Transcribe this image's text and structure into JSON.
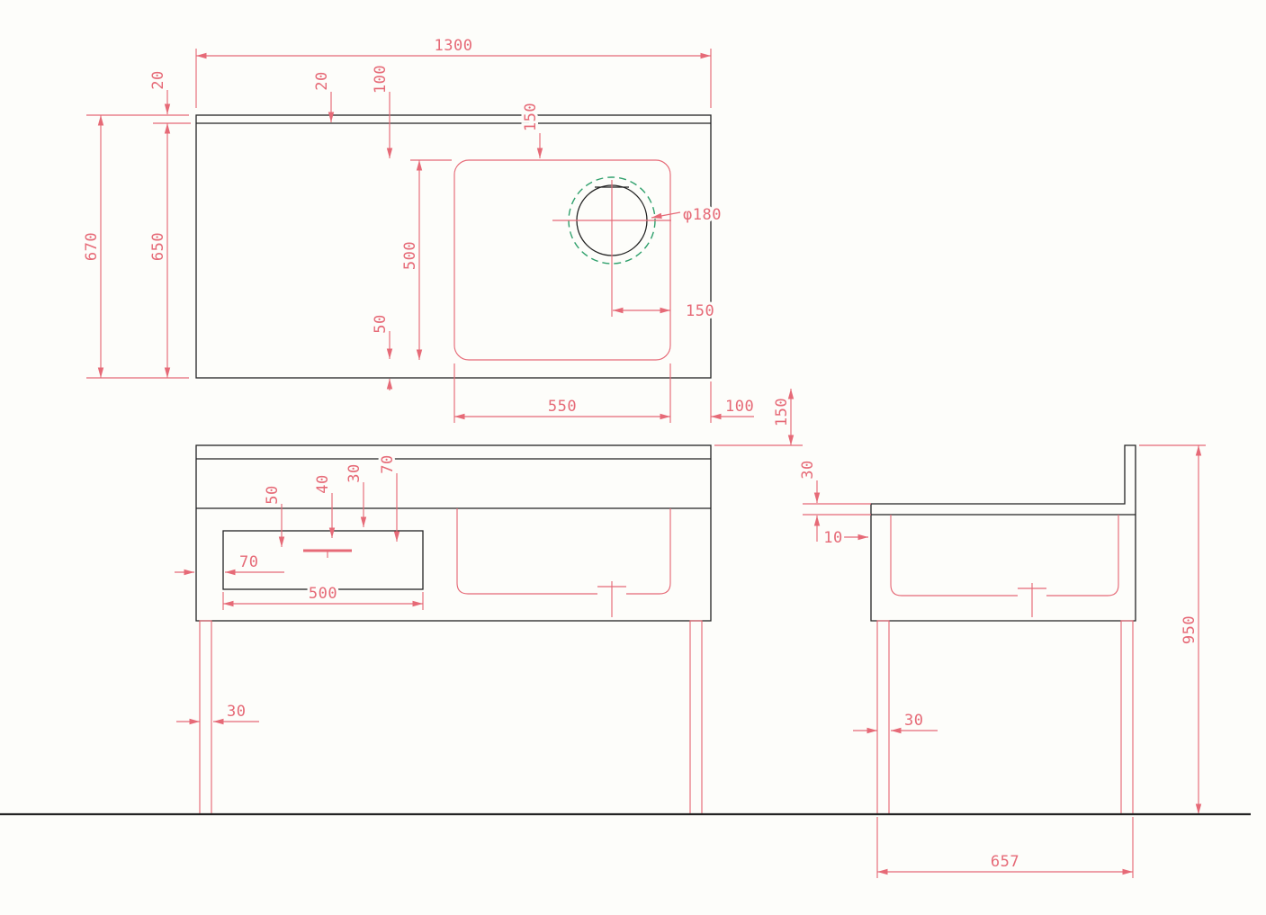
{
  "drawing": {
    "colors": {
      "line": "#232323",
      "dim": "#e66a77",
      "dash": "#2fa06c",
      "bg": "#fdfdfa"
    },
    "plan": {
      "overall_width": "1300",
      "overall_depth": "670",
      "inner_depth": "650",
      "splash_left": "20",
      "splash_mid": "20",
      "inset_100": "100",
      "inset_150": "150",
      "sink_depth": "500",
      "bottom_50": "50",
      "hole_dia": "φ180",
      "hole_to_edge": "150",
      "sink_width": "550",
      "right_inset": "100",
      "splash_height": "150"
    },
    "front": {
      "d50": "50",
      "d40": "40",
      "d30": "30",
      "d70": "70",
      "drawer_offset": "70",
      "drawer_width": "500",
      "leg_width": "30"
    },
    "side": {
      "edge_30": "30",
      "wall_10": "10",
      "overall_height": "950",
      "leg_width": "30",
      "depth": "657"
    }
  }
}
